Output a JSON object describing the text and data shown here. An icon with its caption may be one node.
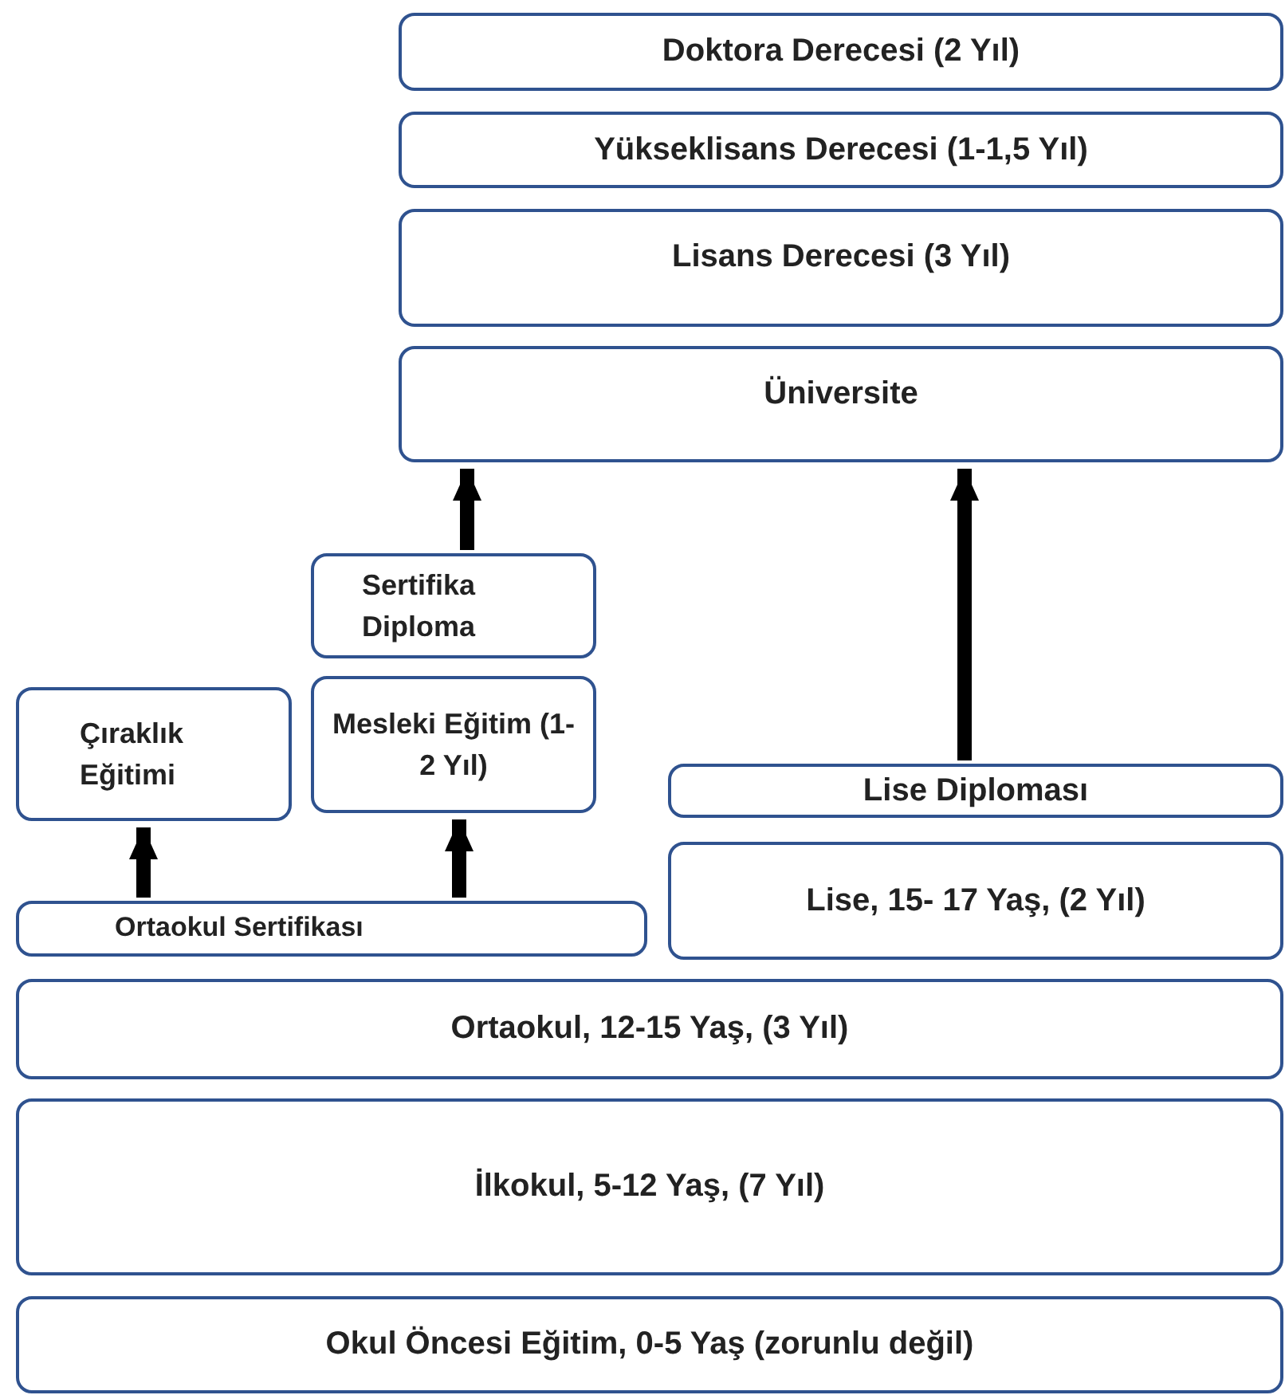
{
  "diagram": {
    "nodes": [
      {
        "text": [
          "Doktora Derecesi (2 Yıl)"
        ]
      },
      {
        "text": [
          "Yükseklisans Derecesi (1-1,5 Yıl)"
        ]
      },
      {
        "text": [
          "Lisans Derecesi (3 Yıl)"
        ]
      },
      {
        "text": [
          "Üniversite"
        ]
      },
      {
        "text": [
          "Sertifika Diploma"
        ]
      },
      {
        "text": [
          "Çıraklık Eğitimi"
        ]
      },
      {
        "text": [
          "Mesleki Eğitim (1-2 Yıl)"
        ]
      },
      {
        "text": [
          "Lise Diploması"
        ]
      },
      {
        "text": [
          "Ortaokul Sertifikası"
        ]
      },
      {
        "text": [
          "Lise, 15- 17 Yaş, (2 Yıl)"
        ]
      },
      {
        "text": [
          "Ortaokul, 12-15 Yaş, (3 Yıl)"
        ]
      },
      {
        "text": [
          "İlkokul, 5-12 Yaş, (7 Yıl)"
        ]
      },
      {
        "text": [
          "Okul Öncesi Eğitim, 0-5 Yaş (zorunlu değil)"
        ]
      }
    ],
    "edges": [
      {
        "from": 8,
        "to": 5,
        "arrow": "to"
      },
      {
        "from": 8,
        "to": 6,
        "arrow": "to"
      },
      {
        "from": 4,
        "to": 3,
        "arrow": "to"
      },
      {
        "from": 7,
        "to": 3,
        "arrow": "to"
      }
    ]
  }
}
